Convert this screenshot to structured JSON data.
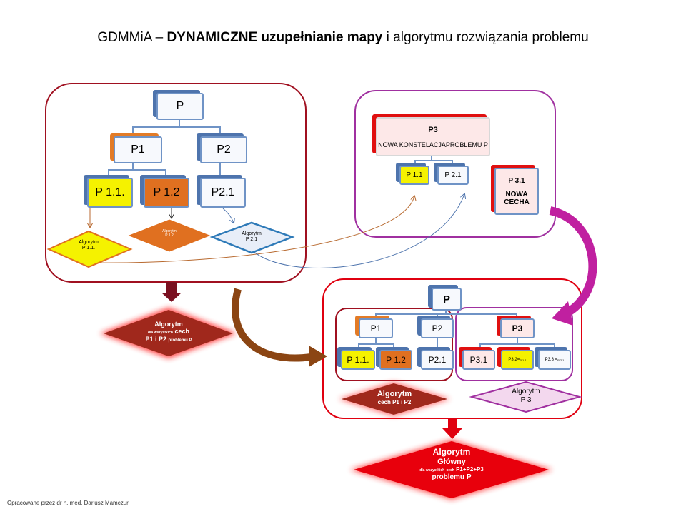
{
  "title": {
    "prefix": "GDMMiA – ",
    "bold": "DYNAMICZNE uzupełnianie mapy",
    "suffix": " i algorytmu rozwiązania problemu"
  },
  "left_map": {
    "root": "P",
    "p1": "P1",
    "p2": "P2",
    "p11": "P 1.1.",
    "p12": "P 1.2",
    "p21": "P2.1",
    "alg_p11": [
      "Algorytm",
      "P 1.1."
    ],
    "alg_p12": [
      "Algorytm",
      "P 1.2"
    ],
    "alg_p21": [
      "Algorytm",
      "P 2.1"
    ]
  },
  "right_map": {
    "p3_title": "P3",
    "p3_sub": "NOWA KONSTELACJAPROBLEMU  P",
    "p11": "P 1.1",
    "p21": "P 2.1",
    "p31_title": "P 3.1",
    "p31_sub": "NOWA CECHA"
  },
  "alg_p1p2": {
    "line1": "Algorytm",
    "line2": "dla wszystkich",
    "line2b": "cech",
    "line3": "P1 i P2",
    "line3b": "problemu P"
  },
  "combined_map": {
    "root": "P",
    "p1": "P1",
    "p2": "P2",
    "p3": "P3",
    "p11": "P 1.1.",
    "p12": "P 1.2",
    "p21": "P2.1",
    "p31": "P3.1",
    "p32": "P3.2=",
    "p32b": "P 1.1",
    "p33": "P3.3 =",
    "p33b": "P 2.1",
    "alg_cech": [
      "Algorytm",
      "cech P1 i P2"
    ],
    "alg_p3": [
      "Algorytm",
      "P 3"
    ]
  },
  "alg_main": {
    "line1": "Algorytm",
    "line2": "Główny",
    "line3a": "dla wszystkich",
    "line3b": "cech",
    "line3c": "P1+P2+P3",
    "line4": "problemu P"
  },
  "footer": "Opracowane przez dr n. med. Dariusz Mamczur",
  "colors": {
    "dark_red": "#a01020",
    "purple": "#a030a0",
    "red": "#e00010",
    "blue_border": "#6f93c6",
    "yellow": "#f5f200",
    "orange": "#e07020"
  }
}
